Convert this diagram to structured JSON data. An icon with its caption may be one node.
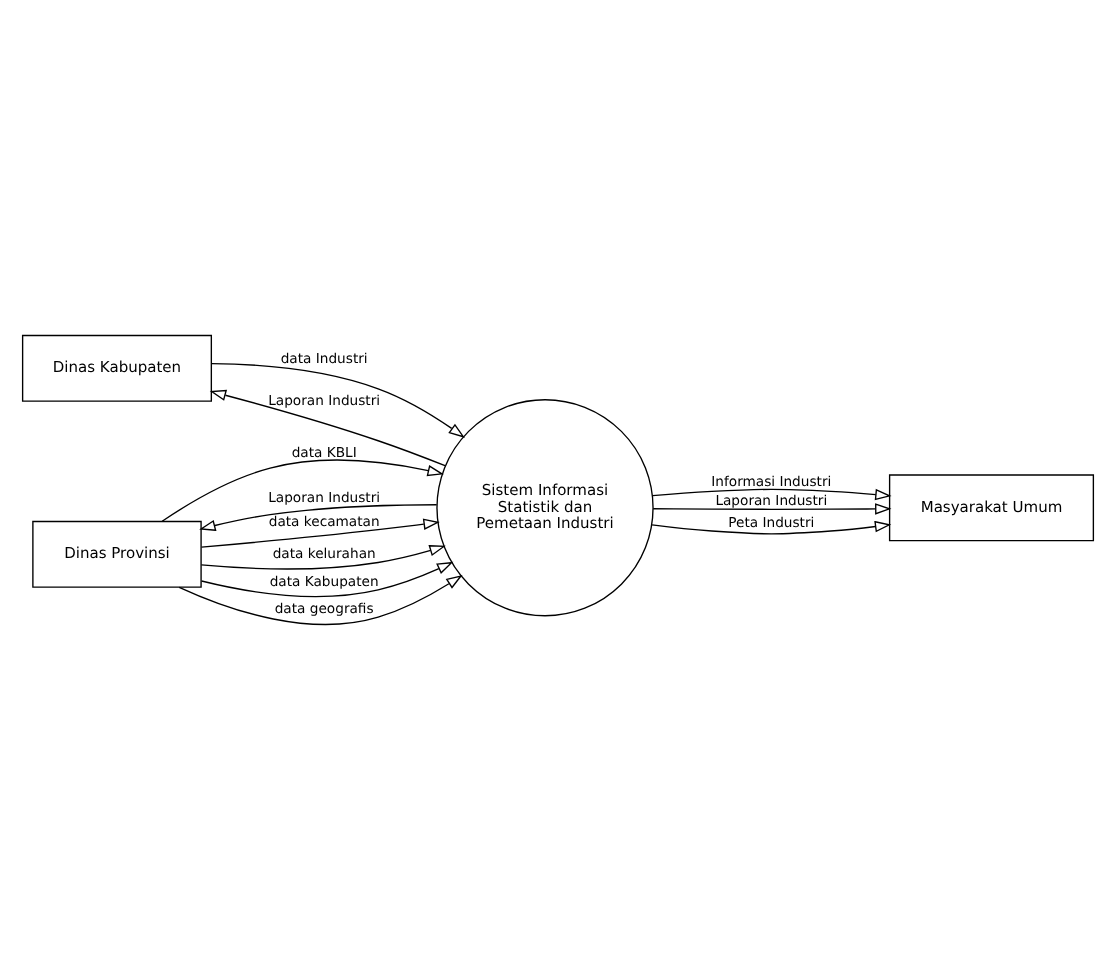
{
  "diagram": {
    "nodes": [
      {
        "text": [
          "Dinas Kabupaten"
        ]
      },
      {
        "text": [
          "Sistem Informasi Statistik dan Pemetaan Industri"
        ]
      },
      {
        "text": [
          "Masyarakat Umum"
        ]
      },
      {
        "text": [
          "Dinas Provinsi"
        ]
      }
    ],
    "edges": [
      {
        "from": 1,
        "to": 0,
        "arrow": "to",
        "label": "Laporan Industri"
      },
      {
        "from": 0,
        "to": 1,
        "arrow": "to",
        "label": "data Industri"
      },
      {
        "from": 1,
        "to": 2,
        "arrow": "to",
        "label": "Informasi Industri"
      },
      {
        "from": 1,
        "to": 2,
        "arrow": "to",
        "label": "Laporan Industri"
      },
      {
        "from": 1,
        "to": 2,
        "arrow": "to",
        "label": "Peta Industri"
      },
      {
        "from": 3,
        "to": 1,
        "arrow": "to",
        "label": "data kecamatan"
      },
      {
        "from": 3,
        "to": 1,
        "arrow": "to",
        "label": "data kelurahan"
      },
      {
        "from": 3,
        "to": 1,
        "arrow": "to",
        "label": "data Kabupaten"
      },
      {
        "from": 3,
        "to": 1,
        "arrow": "to",
        "label": "data KBLI"
      },
      {
        "from": 3,
        "to": 1,
        "arrow": "to",
        "label": "data geografis"
      },
      {
        "from": 1,
        "to": 3,
        "arrow": "to",
        "label": "Laporan Industri"
      }
    ]
  }
}
